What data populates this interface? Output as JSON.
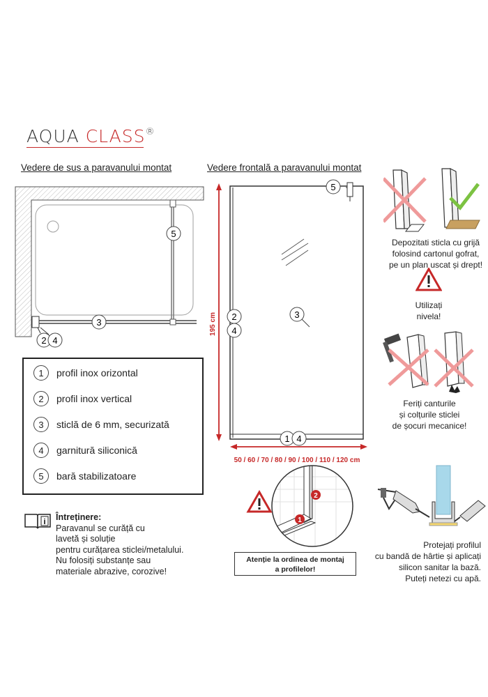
{
  "brand": {
    "aqua": "AQUA",
    "class": "CLASS",
    "reg": "®"
  },
  "titles": {
    "top_view": "Vedere de sus a paravanului montat",
    "front_view": "Vedere frontală a paravanului montat"
  },
  "top_view": {
    "callouts": [
      "5",
      "3",
      "2",
      "4"
    ]
  },
  "front_view": {
    "height": "195 cm",
    "widths": "50 / 60 / 70 / 80 / 90 / 100 / 110 / 120 cm",
    "callouts": [
      "5",
      "2",
      "4",
      "3",
      "1",
      "4"
    ]
  },
  "legend": [
    {
      "num": "1",
      "text": "profil inox orizontal"
    },
    {
      "num": "2",
      "text": "profil inox vertical"
    },
    {
      "num": "3",
      "text": "sticlă de 6 mm, securizată"
    },
    {
      "num": "4",
      "text": "garnitură siliconică"
    },
    {
      "num": "5",
      "text": "bară stabilizatoare"
    }
  ],
  "maintenance": {
    "title": "Întreținere:",
    "lines": [
      "Paravanul se curăță cu",
      "lavetă și soluție",
      "pentru curățarea sticlei/metalului.",
      "Nu folosiți substanțe sau",
      "materiale abrazive, corozive!"
    ]
  },
  "tips": {
    "storage": [
      "Depozitati sticla cu grijă",
      "folosind cartonul gofrat,",
      "pe un plan uscat și drept!"
    ],
    "level": [
      "Utilizați",
      "nivela!"
    ],
    "edges": [
      "Feriți canturile",
      "și colțurile sticlei",
      "de șocuri mecanice!"
    ],
    "silicone": [
      "Protejați profilul",
      "cu bandă de hârtie și aplicați",
      "silicon sanitar la bază.",
      "Puteți netezi cu apă."
    ]
  },
  "order_warning": {
    "lines": [
      "Atenție la ordinea de montaj",
      "a profilelor!"
    ],
    "steps": [
      "1",
      "2"
    ]
  },
  "colors": {
    "accent": "#c62828",
    "cross": "#ef9a9a",
    "check": "#7cc242",
    "wall": "#cfcfcf",
    "water": "#a8d8ea"
  }
}
